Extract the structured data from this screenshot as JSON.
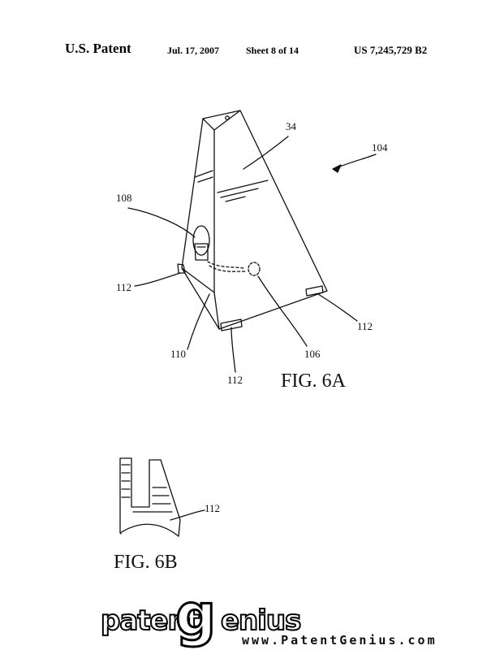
{
  "header": {
    "patent_label": "U.S. Patent",
    "date": "Jul. 17, 2007",
    "sheet": "Sheet 8 of 14",
    "patent_number": "US 7,245,729 B2"
  },
  "figure_6a": {
    "caption": "FIG. 6A",
    "refs": {
      "body": "34",
      "device": "104",
      "opening": "108",
      "feet_left": "112",
      "feet_right": "112",
      "feet_front": "112",
      "line": "110",
      "sensor": "106"
    }
  },
  "figure_6b": {
    "caption": "FIG. 6B",
    "ref": "112"
  },
  "footer": {
    "brand_patent": "patent",
    "brand_g": "g",
    "brand_enius": "enius",
    "url": "www.PatentGenius.com"
  }
}
